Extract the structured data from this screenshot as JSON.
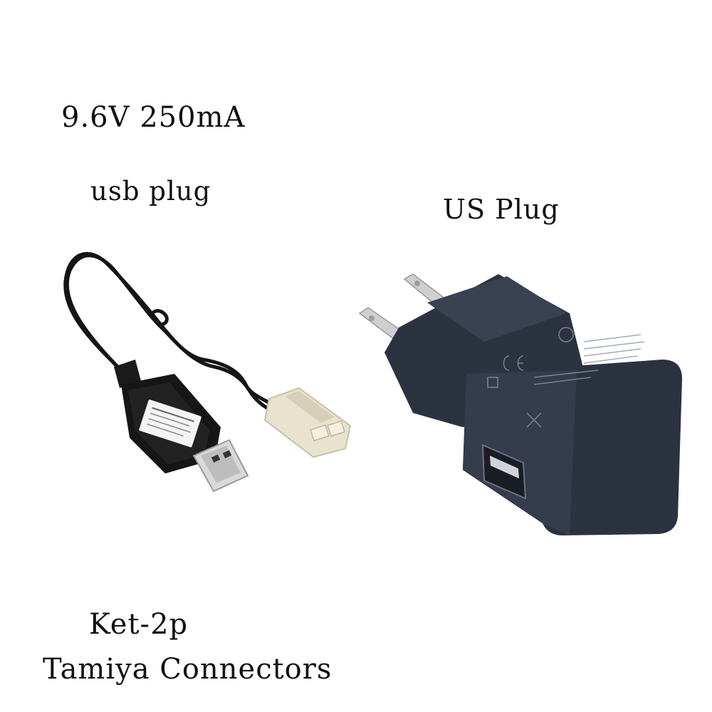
{
  "labels": {
    "spec": "9.6V 250mA",
    "usb": "usb plug",
    "us": "US Plug",
    "ket": "Ket-2p",
    "tamiya": "Tamiya Connectors"
  }
}
